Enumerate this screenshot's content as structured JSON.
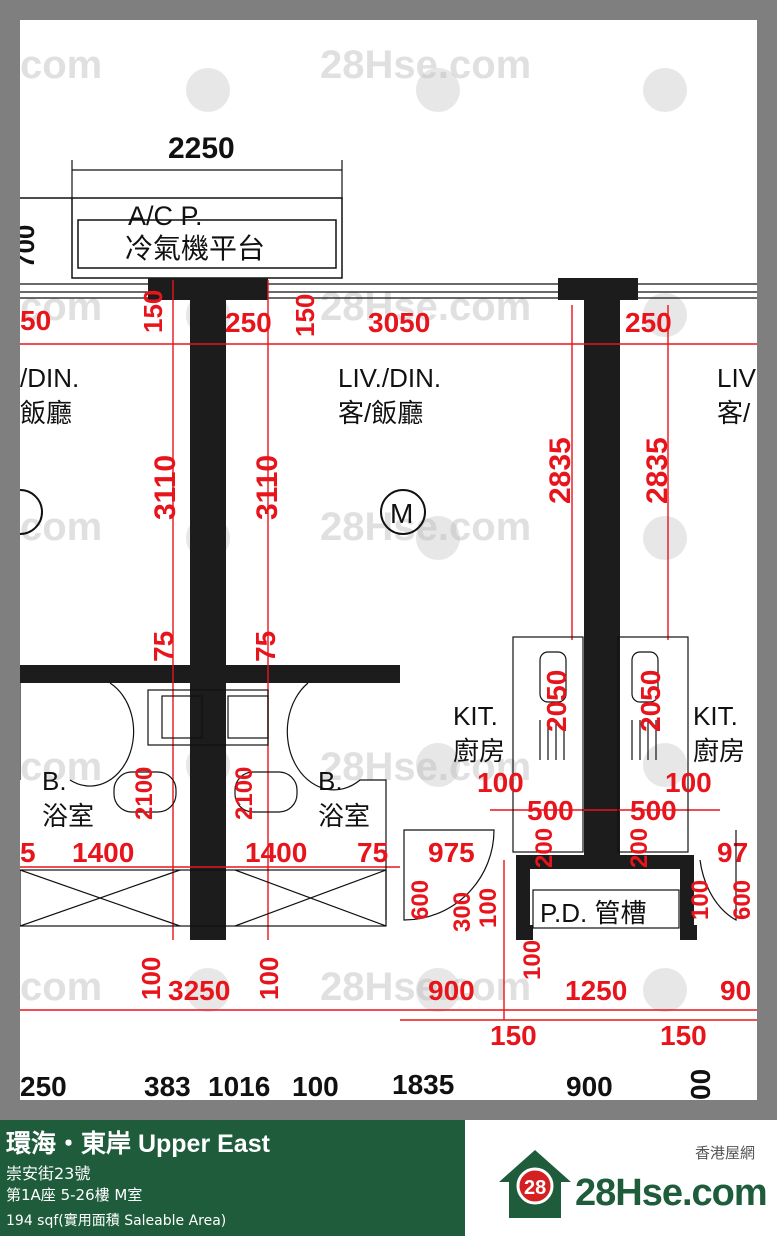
{
  "watermark": {
    "text": "28Hse.com",
    "badge": "28",
    "fragment": "com"
  },
  "plan": {
    "rooms": {
      "ac_platform_en": "A/C P.",
      "ac_platform_zh": "冷氣機平台",
      "liv_din_en": "LIV./DIN.",
      "liv_din_zh": "客/飯廳",
      "liv_din_left_en": "/DIN.",
      "liv_din_left_zh": "飯廳",
      "liv_din_right_en": "LIV",
      "liv_din_right_zh": "客/",
      "kitchen_en": "KIT.",
      "kitchen_zh": "廚房",
      "bath_en": "B.",
      "bath_zh": "浴室",
      "pd_duct": "P.D. 管槽",
      "meter": "M"
    },
    "dims": {
      "d2250": "2250",
      "d700": "700",
      "d50": "50",
      "d150": "150",
      "d250": "250",
      "d3050": "3050",
      "d3110": "3110",
      "d2835": "2835",
      "d75": "75",
      "d2050": "2050",
      "d2100": "2100",
      "d100": "100",
      "d500": "500",
      "d200": "200",
      "d1400": "1400",
      "d975": "975",
      "d97": "97",
      "d600": "600",
      "d300": "300",
      "d3250": "3250",
      "d900": "900",
      "d1250": "1250",
      "d90": "90",
      "d383": "383",
      "d1016": "1016",
      "d1835": "1835",
      "d00": "00",
      "d5": "5"
    }
  },
  "info": {
    "title": "環海・東岸 Upper East",
    "address": "崇安街23號",
    "unit": "第1A座 5-26樓 M室",
    "area": "194 sqf(實用面積 Saleable Area)"
  },
  "brand": {
    "tagline": "香港屋網",
    "badge": "28",
    "name": "28Hse.com"
  }
}
